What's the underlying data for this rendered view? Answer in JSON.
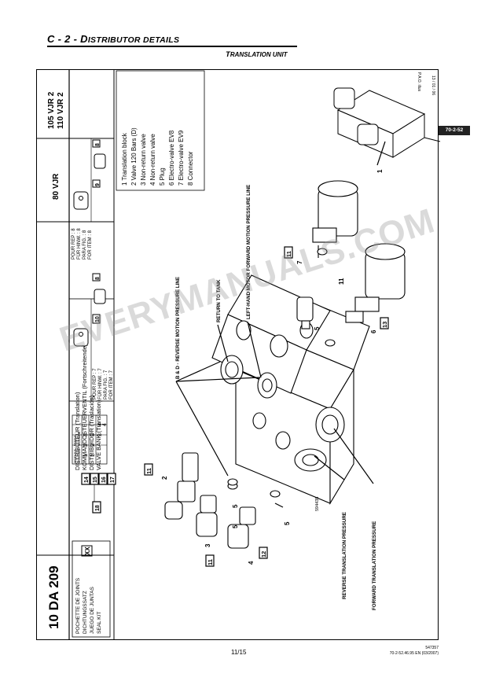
{
  "header": {
    "title_prefix": "C - 2 - ",
    "title_d": "D",
    "title_rest": "istributor details",
    "subtitle_t": "T",
    "subtitle_rest": "ranslation unit"
  },
  "side": {
    "kit_code": "10 DA 209",
    "seal_kit_lines": [
      "POCHETTE DE JOINTS",
      "DICHTUNGSSATZ",
      "JUEGO DE JUNTAS",
      "SEAL KIT"
    ],
    "seal_kit_mark": "XX",
    "distributor_lines": [
      "DISTRIBUTEUR (Translation)",
      "KOMMANDOSTEUERVENTIL (Fortschreitende)",
      "DISTRIBUIDOR (Traslación)",
      "VALVE BANK (Translation)"
    ],
    "module_header": [
      "MODULE - MODUL -",
      "MODULO - MODULE"
    ],
    "module_rows": [
      {
        "num": "14",
        "cells": [
          "1",
          "2",
          "3",
          ""
        ]
      },
      {
        "num": "15",
        "cells": [
          "1",
          "2",
          "3",
          ""
        ]
      },
      {
        "num": "16",
        "cells": [
          "1",
          "2",
          "3",
          "4"
        ]
      },
      {
        "num": "17",
        "cells": [
          "",
          "",
          "3",
          "4"
        ]
      }
    ],
    "bracket_num": "18",
    "pour_rep_7": [
      "POUR REP : 7",
      "FÜR HINW. : 7",
      "PARA FIG. : 7",
      "FOR ITEM : 7"
    ],
    "pour_rep_8": [
      "POUR REP : 8",
      "FÜR HINW. : 8",
      "PARA FIG. : 8",
      "FOR ITEM : 8"
    ],
    "conn_nums": [
      "10",
      "8",
      "9",
      "8"
    ],
    "model_80": "80 VJR",
    "model_105": "105 VJR 2",
    "model_110": "110 VJR 2",
    "date": "13 / 01 / 06",
    "pao": "P.A.O. illus"
  },
  "legend": [
    "1   Translation block",
    "2   Valve 120 Bars (D)",
    "3   Non-return valve",
    "4   Non-return valve",
    "5   Plug",
    "6   Electro-valve EV8",
    "7   Electro-valve EV9",
    "8   Connector"
  ],
  "annotations": {
    "bd_reverse": "B & D - REVERSE MOTION PRESSURE LINE",
    "return_tank": "RETURN TO TANK",
    "left_hand": "LEFT-HAND MOTOR FORWARD MOTION PRESSURE LINE",
    "reverse_trans": "REVERSE TRANSLATION PRESSURE",
    "forward_trans": "FORWARD TRANSLATION PRESSURE",
    "drawing_no": "594435"
  },
  "callouts": [
    "1",
    "2",
    "3",
    "4",
    "5",
    "5",
    "5",
    "5",
    "6",
    "7",
    "11",
    "11",
    "11",
    "11",
    "12",
    "13"
  ],
  "tab_ref": "70-2-52",
  "watermark": "EVERYMANUALS.COM",
  "footer": {
    "page": "11/15",
    "ref_line1": "547357",
    "ref_line2": "70-2-52.46.95 EN (03/2007)"
  }
}
